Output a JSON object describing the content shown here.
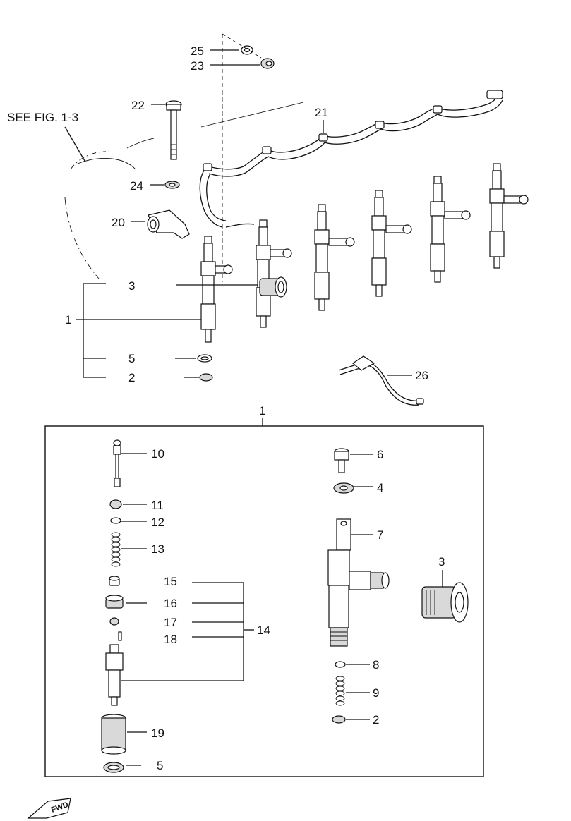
{
  "reference_text": "SEE FIG. 1-3",
  "top_callouts": {
    "c25": "25",
    "c23": "23",
    "c22": "22",
    "c21": "21",
    "c24": "24",
    "c20": "20",
    "c3": "3",
    "c1": "1",
    "c5": "5",
    "c2": "2",
    "c26": "26"
  },
  "box_title": "1",
  "box_callouts": {
    "c10": "10",
    "c11": "11",
    "c12": "12",
    "c13": "13",
    "c15": "15",
    "c16": "16",
    "c17": "17",
    "c18": "18",
    "c14": "14",
    "c19": "19",
    "c5": "5",
    "c6": "6",
    "c4": "4",
    "c7": "7",
    "c3": "3",
    "c8": "8",
    "c9": "9",
    "c2": "2"
  },
  "fwd_logo": "FWD"
}
